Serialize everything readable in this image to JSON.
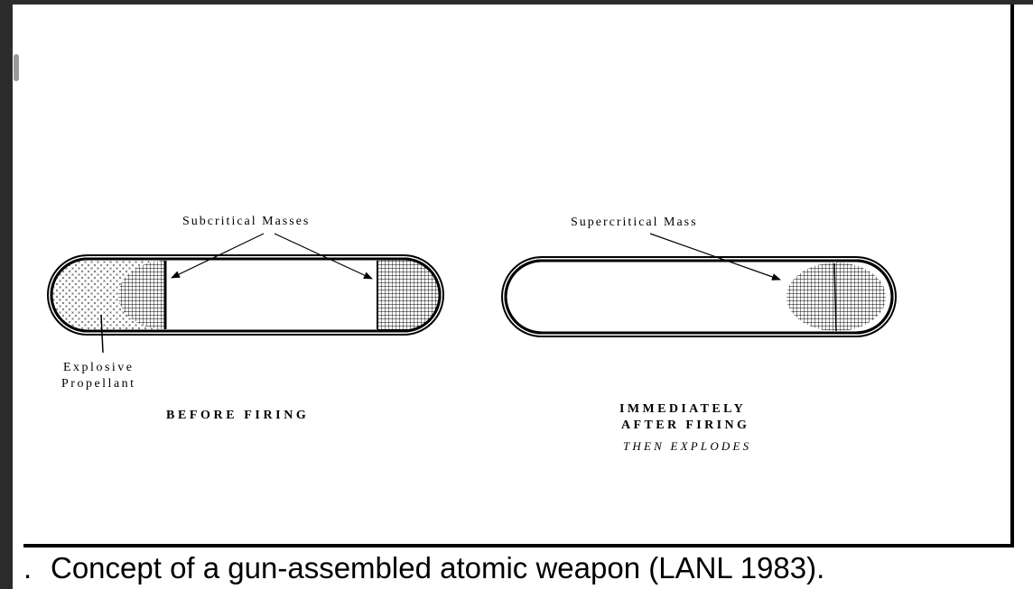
{
  "figure": {
    "before": {
      "label_masses": "Subcritical Masses",
      "label_propellant_line1": "Explosive",
      "label_propellant_line2": "Propellant",
      "title": "BEFORE FIRING"
    },
    "after": {
      "label_mass": "Supercritical Mass",
      "title_line1": "IMMEDIATELY",
      "title_line2": "AFTER FIRING",
      "subtitle": "THEN EXPLODES"
    }
  },
  "caption": {
    "prefix": ".",
    "text": "Concept of a gun-assembled atomic weapon (LANL 1983)."
  }
}
